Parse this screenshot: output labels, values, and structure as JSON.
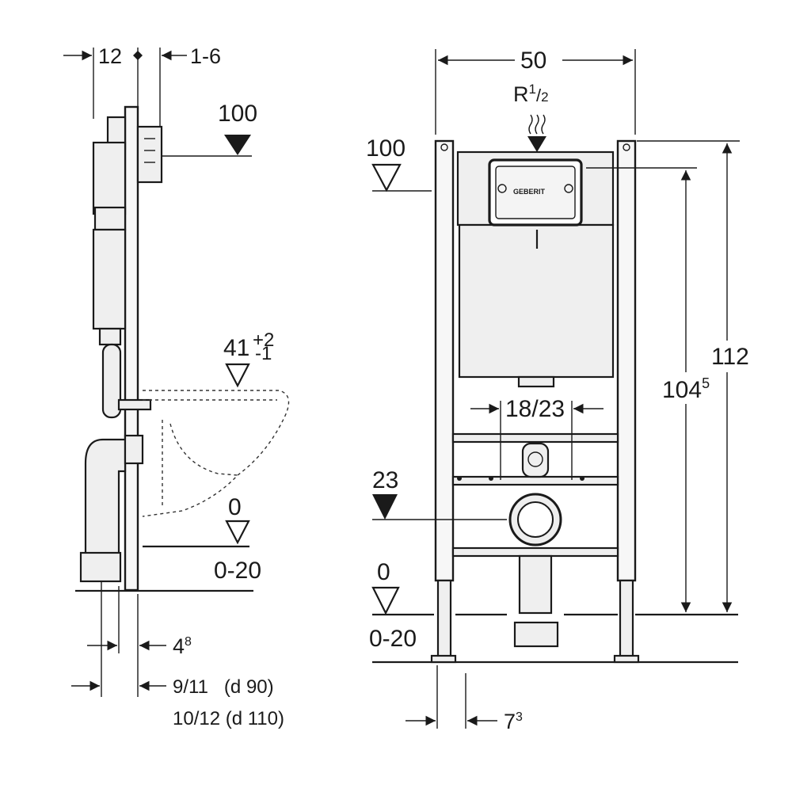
{
  "side_view": {
    "dim_top_left": "12",
    "dim_top_right": "1-6",
    "level_100": "100",
    "level_bowl": "41",
    "level_bowl_tol_plus": "+2",
    "level_bowl_tol_minus": "-1",
    "level_0": "0",
    "floor_range": "0-20",
    "dim_bottom_1_base": "4",
    "dim_bottom_1_sup": "8",
    "dim_bottom_2_line1": "9/11   (d 90)",
    "dim_bottom_2_line2": "10/12 (d 110)"
  },
  "front_view": {
    "width": "50",
    "inlet_label": "R",
    "inlet_size_num": "1",
    "inlet_size_den": "2",
    "level_100": "100",
    "bolt_spacing": "18/23",
    "level_23": "23",
    "level_0": "0",
    "floor_range": "0-20",
    "height_total": "112",
    "height_inner_base": "104",
    "height_inner_sup": "5",
    "foot_base": "7",
    "foot_sup": "3",
    "brand": "GEBERIT"
  }
}
